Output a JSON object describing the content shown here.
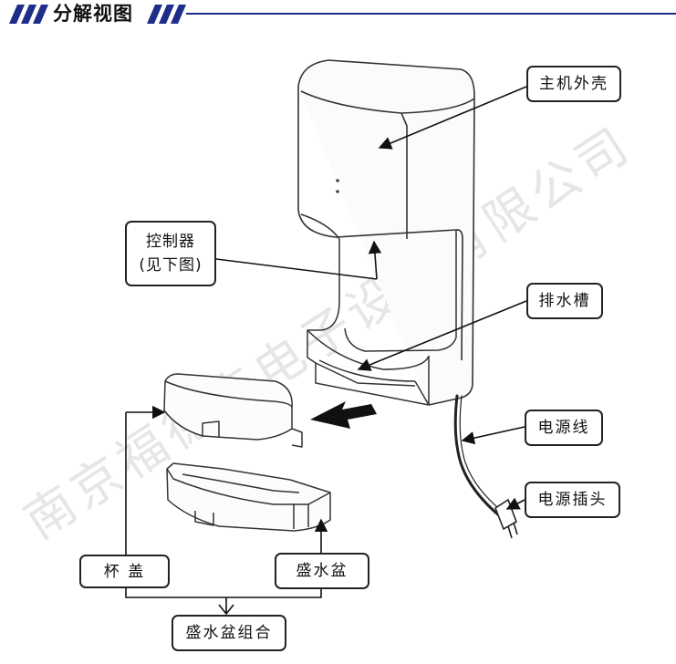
{
  "header": {
    "title": "分解视图"
  },
  "labels": {
    "shell": "主机外壳",
    "controller_line1": "控制器",
    "controller_line2": "(见下图)",
    "drain": "排水槽",
    "cable": "电源线",
    "plug": "电源插头",
    "lid": "杯 盖",
    "basin": "盛水盆",
    "assembly": "盛水盆组合"
  },
  "watermark": "南京福德森电子设备有限公司",
  "colors": {
    "accent": "#1f2d8a",
    "stroke": "#222222",
    "watermark": "#c8c8c8"
  }
}
